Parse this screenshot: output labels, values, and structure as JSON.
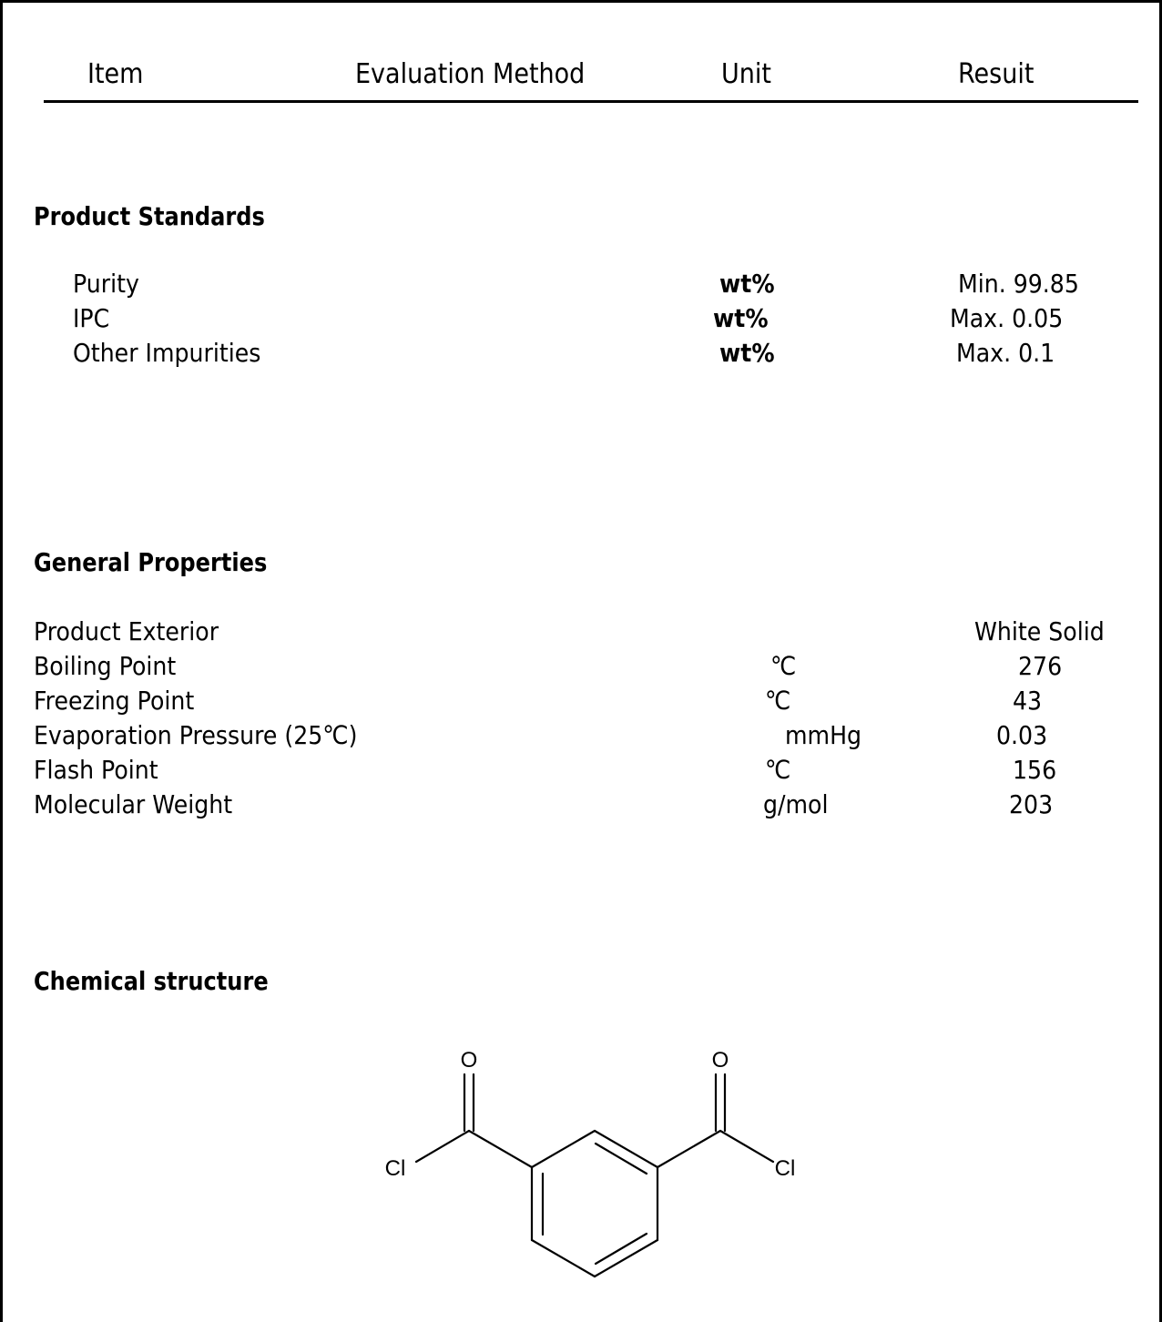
{
  "header": {
    "item": "Item",
    "method": "Evaluation Method",
    "unit": "Unit",
    "result": "Resuit"
  },
  "product_standards": {
    "title": "Product Standards",
    "rows": [
      {
        "name": "Purity",
        "unit": "wt%",
        "result": "Min. 99.85"
      },
      {
        "name": "IPC",
        "unit": "wt%",
        "result": "Max. 0.05"
      },
      {
        "name": "Other Impurities",
        "unit": "wt%",
        "result": "Max. 0.1"
      }
    ]
  },
  "general_properties": {
    "title": "General Properties",
    "rows": [
      {
        "name": "Product Exterior",
        "unit": "",
        "result": "White Solid"
      },
      {
        "name": "Boiling Point",
        "unit": "℃",
        "result": "276"
      },
      {
        "name": "Freezing Point",
        "unit": "℃",
        "result": "43"
      },
      {
        "name": "Evaporation Pressure (25℃)",
        "unit": "mmHg",
        "result": "0.03"
      },
      {
        "name": "Flash Point",
        "unit": "℃",
        "result": "156"
      },
      {
        "name": "Molecular Weight",
        "unit": "g/mol",
        "result": "203"
      }
    ]
  },
  "chemical_structure": {
    "title": "Chemical structure",
    "atoms": {
      "o_left": "O",
      "o_right": "O",
      "cl_left": "Cl",
      "cl_right": "Cl"
    }
  }
}
